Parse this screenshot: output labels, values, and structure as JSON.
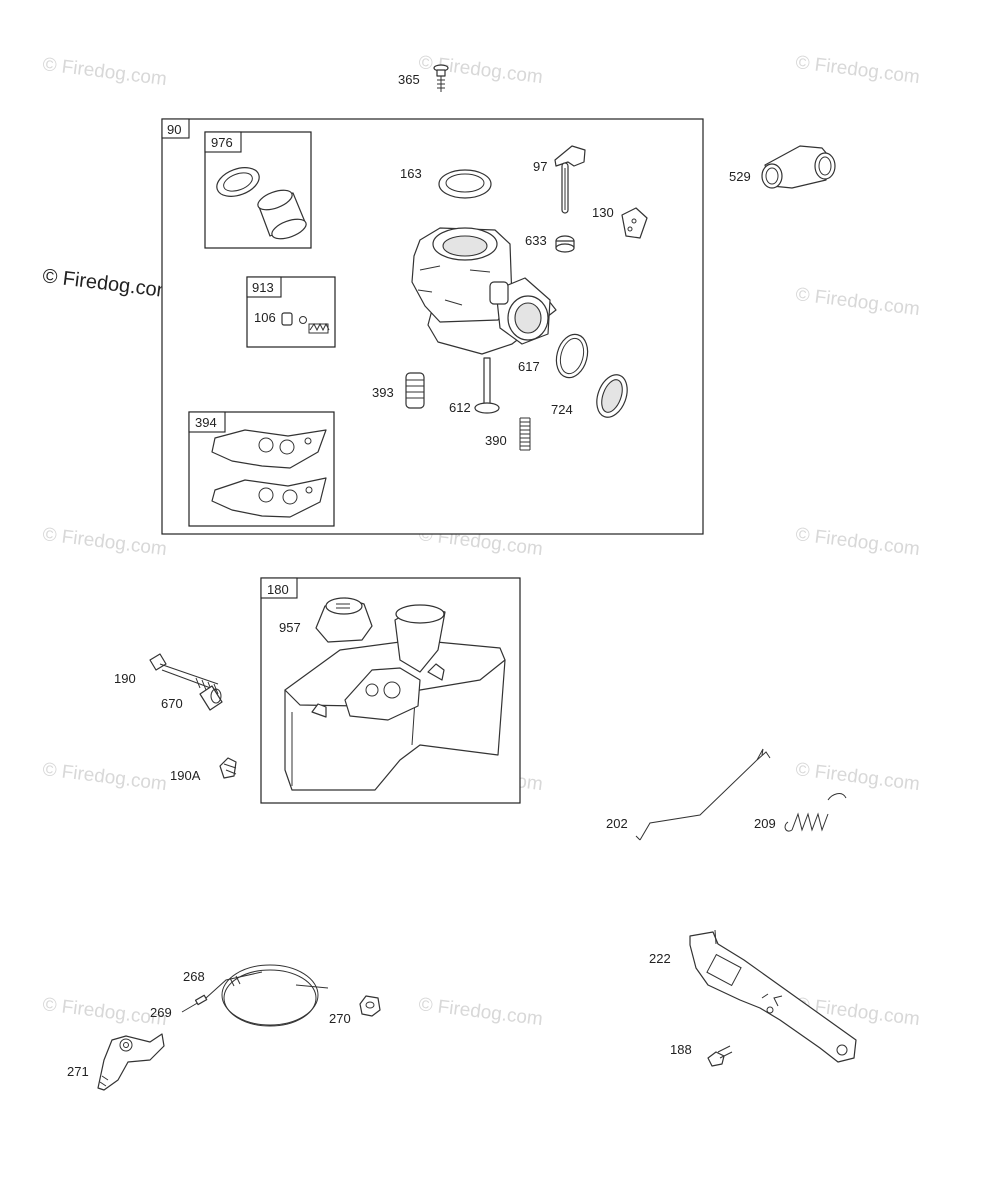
{
  "watermark": {
    "text": "Firedog.com",
    "symbol": "©",
    "dark_text": "© Firedog.com"
  },
  "groups": {
    "carburetor_kit": "90",
    "cover_kit": "976",
    "needle_kit": "913",
    "gasket_kit": "394",
    "fuel_tank": "180"
  },
  "parts": {
    "screw_top": "365",
    "elbow": "529",
    "gasket_163": "163",
    "choke_97": "97",
    "plate_130": "130",
    "seal_633": "633",
    "needle_106": "106",
    "oring_617": "617",
    "spring_393": "393",
    "stem_612": "612",
    "ring_724": "724",
    "spring_390": "390",
    "cap_957": "957",
    "bolt_190": "190",
    "spacer_670": "670",
    "screw_190A": "190A",
    "link_202": "202",
    "spring_209": "209",
    "cable_268": "268",
    "cable_end_269": "269",
    "nut_270": "270",
    "lever_271": "271",
    "bracket_222": "222",
    "screw_188": "188"
  }
}
